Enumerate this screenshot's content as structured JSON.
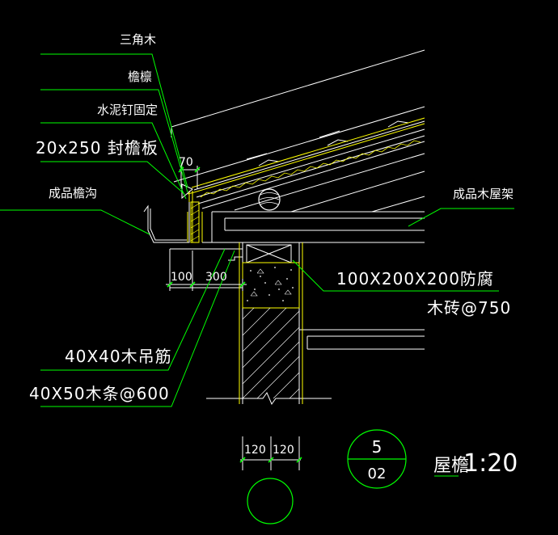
{
  "labels": {
    "triangle_wood": "三角木",
    "eave_purlin": "檐檩",
    "cement_nail": "水泥钉固定",
    "fascia_board": "20x250 封檐板",
    "gutter": "成品檐沟",
    "roof_truss": "成品木屋架",
    "wood_brick_size": "100X200X200防腐",
    "wood_brick_spacing": "木砖@750",
    "hanger_rib": "40X40木吊筋",
    "wood_strip": "40X50木条@600"
  },
  "dimensions": {
    "d70": "70",
    "d100": "100",
    "d300": "300",
    "d120a": "120",
    "d120b": "120"
  },
  "detail": {
    "number": "5",
    "sheet": "02",
    "title": "屋檐",
    "scale": "1:20"
  },
  "colors": {
    "background": "#000000",
    "line_white": "#ffffff",
    "leader_green": "#00ff00",
    "layer_yellow": "#ffff00"
  }
}
